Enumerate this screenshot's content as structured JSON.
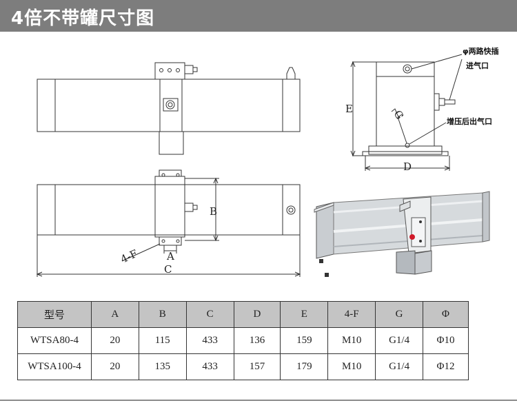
{
  "title": "4倍不带罐尺寸图",
  "drawing": {
    "callout_fast_plug_line1": "φ两路快插",
    "callout_fast_plug_line2": "进气口",
    "callout_outlet": "增压后出气口",
    "dim_labels": {
      "A": "A",
      "B": "B",
      "C": "C",
      "D": "D",
      "E": "E",
      "F": "4-F",
      "G": "G"
    }
  },
  "table": {
    "headers": [
      "型号",
      "A",
      "B",
      "C",
      "D",
      "E",
      "4-F",
      "G",
      "Φ"
    ],
    "rows": [
      [
        "WTSA80-4",
        "20",
        "115",
        "433",
        "136",
        "159",
        "M10",
        "G1/4",
        "Φ10"
      ],
      [
        "WTSA100-4",
        "20",
        "135",
        "433",
        "157",
        "179",
        "M10",
        "G1/4",
        "Φ12"
      ]
    ]
  },
  "colors": {
    "title_bar": "#7d7d7d",
    "header_row": "#c4c4c4",
    "line": "#333333"
  }
}
